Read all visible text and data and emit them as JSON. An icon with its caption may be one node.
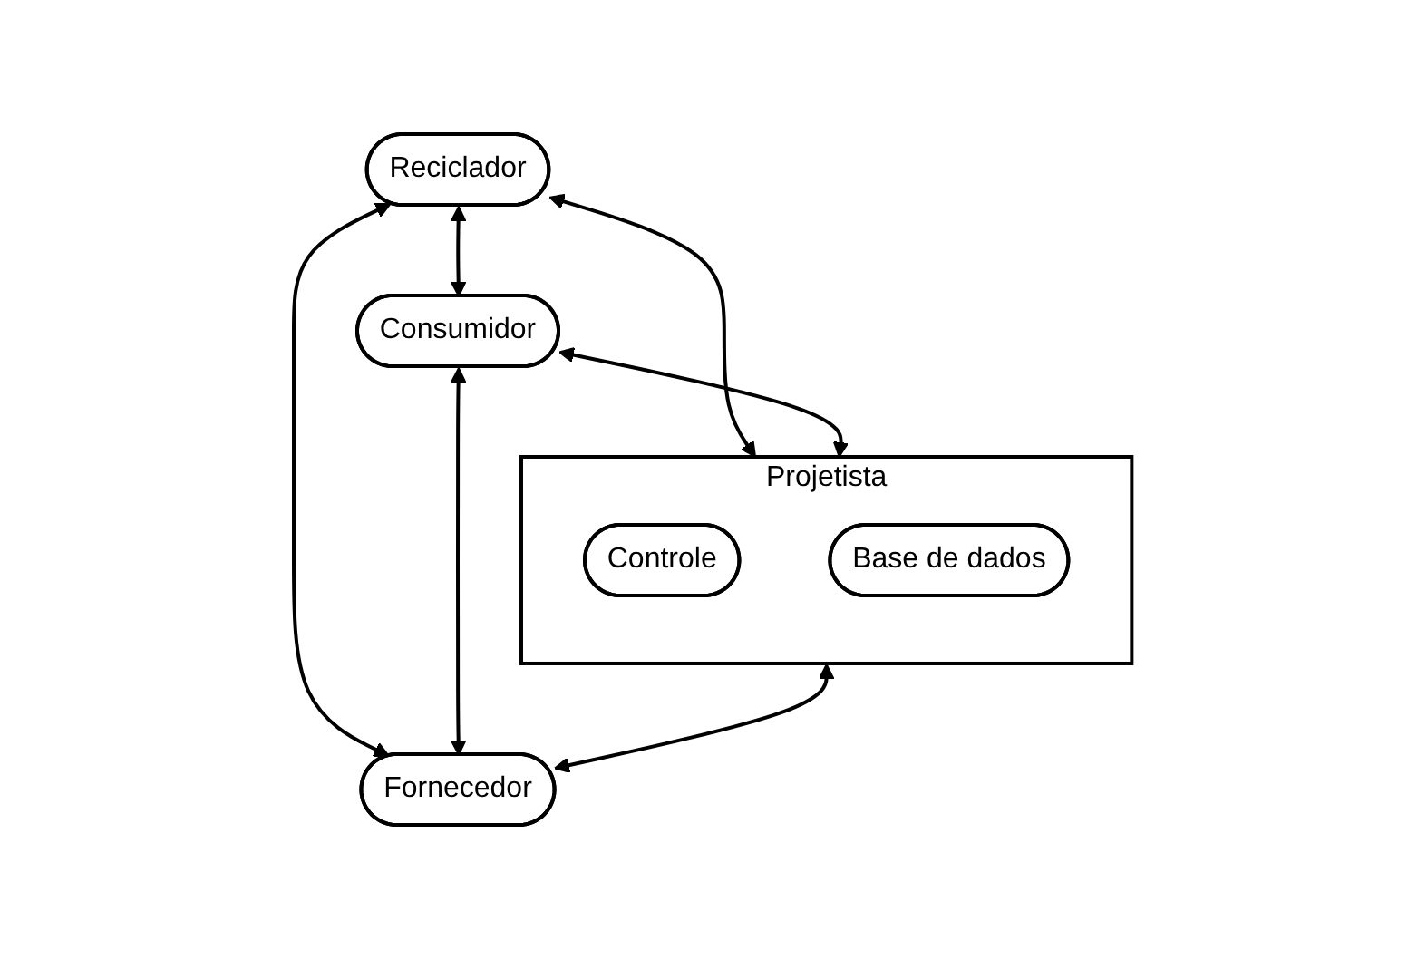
{
  "diagram": {
    "nodes": [
      {
        "text": [
          "Reciclador"
        ]
      },
      {
        "text": [
          "Consumidor"
        ]
      },
      {
        "text": [
          "Projetista"
        ]
      },
      {
        "text": [
          "Controle"
        ],
        "in": 2
      },
      {
        "text": [
          "Base de dados"
        ],
        "in": 2
      },
      {
        "text": [
          "Fornecedor"
        ]
      }
    ],
    "edges": [
      {
        "from": 0,
        "to": 1,
        "arrow": "both"
      },
      {
        "from": 0,
        "to": 2,
        "arrow": "both"
      },
      {
        "from": 1,
        "to": 2,
        "arrow": "both"
      },
      {
        "from": 2,
        "to": 5,
        "arrow": "both"
      },
      {
        "from": 0,
        "to": 5,
        "arrow": "both"
      },
      {
        "from": 1,
        "to": 5,
        "arrow": "both"
      }
    ]
  }
}
